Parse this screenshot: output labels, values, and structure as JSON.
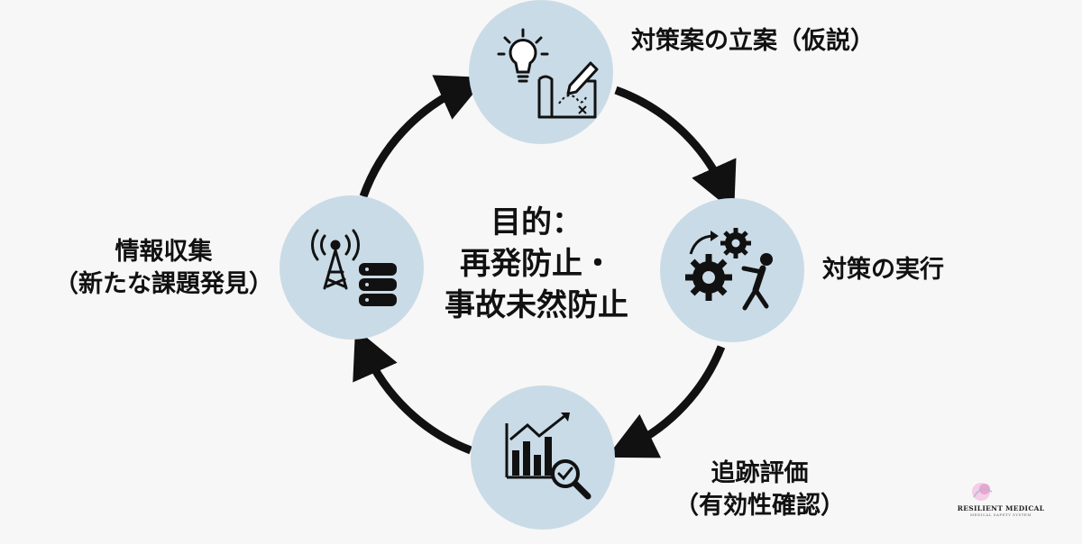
{
  "center": {
    "line1": "目的：",
    "line2": "再発防止・",
    "line3": "事故未然防止"
  },
  "steps": {
    "planning": {
      "line1": "対策案の立案（仮説）"
    },
    "execution": {
      "line1": "対策の実行"
    },
    "evaluation": {
      "line1": "追跡評価",
      "line2": "（有効性確認）"
    },
    "collection": {
      "line1": "情報収集",
      "line2": "（新たな課題発見）"
    }
  },
  "logo": {
    "title": "RESILIENT MEDICAL",
    "subtitle": "MEDICAL SAFETY SYSTEM"
  },
  "icons": {
    "planning": [
      "lightbulb-icon",
      "blueprint-pencil-icon"
    ],
    "execution": [
      "gears-icon",
      "person-pushing-icon"
    ],
    "evaluation": [
      "bar-chart-icon",
      "magnifier-check-icon"
    ],
    "collection": [
      "antenna-tower-icon",
      "database-icon"
    ]
  },
  "colors": {
    "circle_fill": "#c9dbe6",
    "arrow": "#111111",
    "text": "#111111",
    "background": "#f7f7f7"
  }
}
